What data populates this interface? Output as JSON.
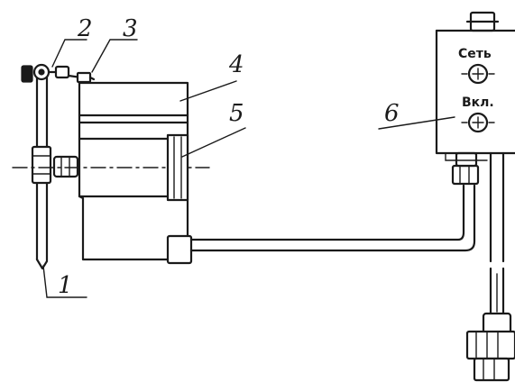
{
  "callouts": {
    "n1": "1",
    "n2": "2",
    "n3": "3",
    "n4": "4",
    "n5": "5",
    "n6": "6"
  },
  "control_box": {
    "power_label": "Сеть",
    "on_label": "Вкл."
  }
}
